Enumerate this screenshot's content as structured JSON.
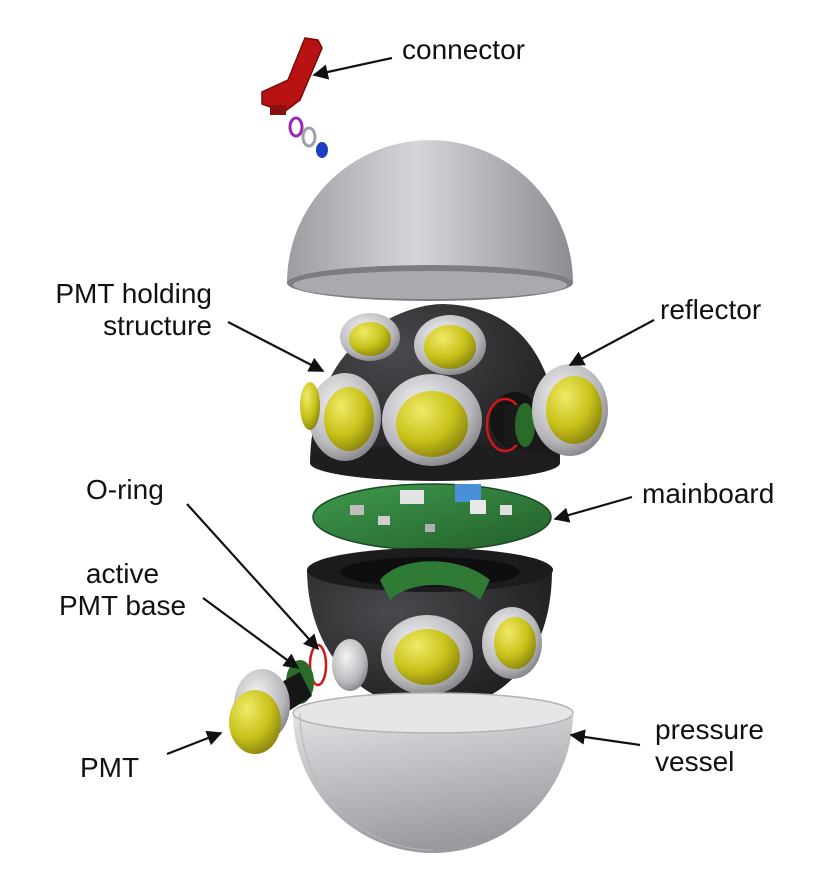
{
  "labels": {
    "connector": "connector",
    "pmt_holding_line1": "PMT holding",
    "pmt_holding_line2": "structure",
    "reflector": "reflector",
    "oring": "O-ring",
    "mainboard": "mainboard",
    "active_line1": "active",
    "active_line2": "PMT base",
    "pmt": "PMT",
    "pressure_line1": "pressure",
    "pressure_line2": "vessel"
  },
  "colors": {
    "vessel": "#c9c9cd",
    "structure": "#2c2c2e",
    "pmt_yellow": "#c8c21a",
    "reflector": "#d6d6d8",
    "pcb": "#2e7d3a",
    "connector": "#b81212",
    "oring": "#d01818"
  }
}
